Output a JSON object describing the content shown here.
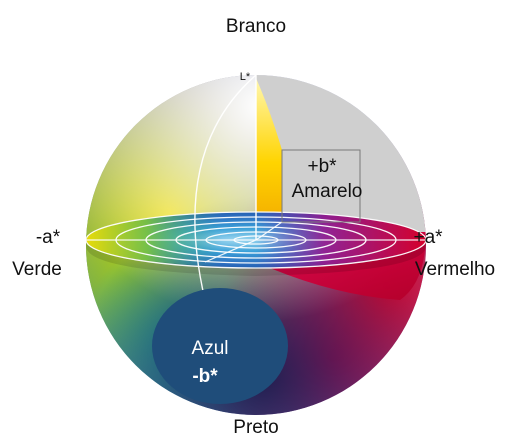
{
  "labels": {
    "top": "Branco",
    "bottom": "Preto",
    "axis_l": "L*",
    "pos_b": "+b*",
    "pos_b_name": "Amarelo",
    "neg_a": "-a*",
    "neg_a_name": "Verde",
    "pos_a": "+a*",
    "pos_a_name": "Vermelho",
    "neg_b_name": "Azul",
    "neg_b": "-b*"
  },
  "colors": {
    "yellow": "#f7d300",
    "red": "#d8002a",
    "green": "#2aa03c",
    "blue": "#1f3b7a",
    "cut_gray": "#c9c9c9",
    "azul_disc": "#1f4d7a"
  }
}
